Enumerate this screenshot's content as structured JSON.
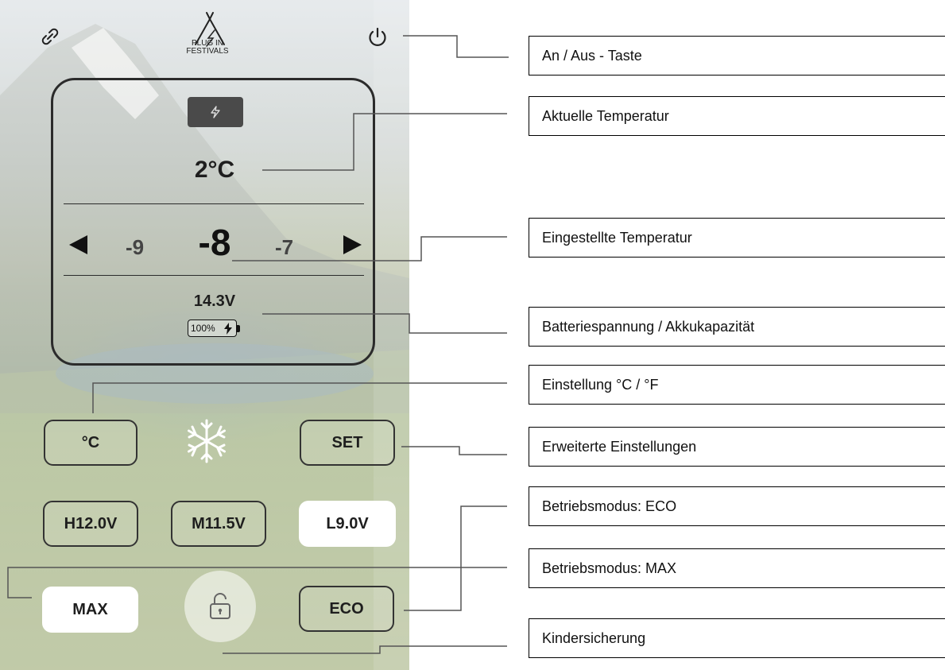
{
  "app": {
    "link_icon": "link-icon",
    "logo_lines": [
      "PLUG IN",
      "FESTIVALS"
    ],
    "power_icon": "power-icon",
    "mode_icon": "lightning-icon",
    "current_temp": "2°C",
    "set_temp": {
      "prev": "-9",
      "current": "-8",
      "next": "-7"
    },
    "voltage": "14.3V",
    "battery_percent": "100%",
    "unit_button": "°C",
    "snowflake_icon": "snowflake-icon",
    "set_button": "SET",
    "protect_levels": [
      {
        "label": "H12.0V",
        "selected": false
      },
      {
        "label": "M11.5V",
        "selected": false
      },
      {
        "label": "L9.0V",
        "selected": true
      }
    ],
    "max_button": "MAX",
    "lock_icon": "unlock-icon",
    "eco_button": "ECO"
  },
  "callouts": [
    "An / Aus - Taste",
    "Aktuelle Temperatur",
    "Eingestellte Temperatur",
    "Batteriespannung / Akkukapazität",
    "Einstellung °C / °F",
    "Erweiterte Einstellungen",
    "Betriebsmodus: ECO",
    "Betriebsmodus: MAX",
    "Kindersicherung"
  ],
  "colors": {
    "frame": "#2b2b2b",
    "badge": "#4a4a4a",
    "callout_line": "#555555"
  }
}
